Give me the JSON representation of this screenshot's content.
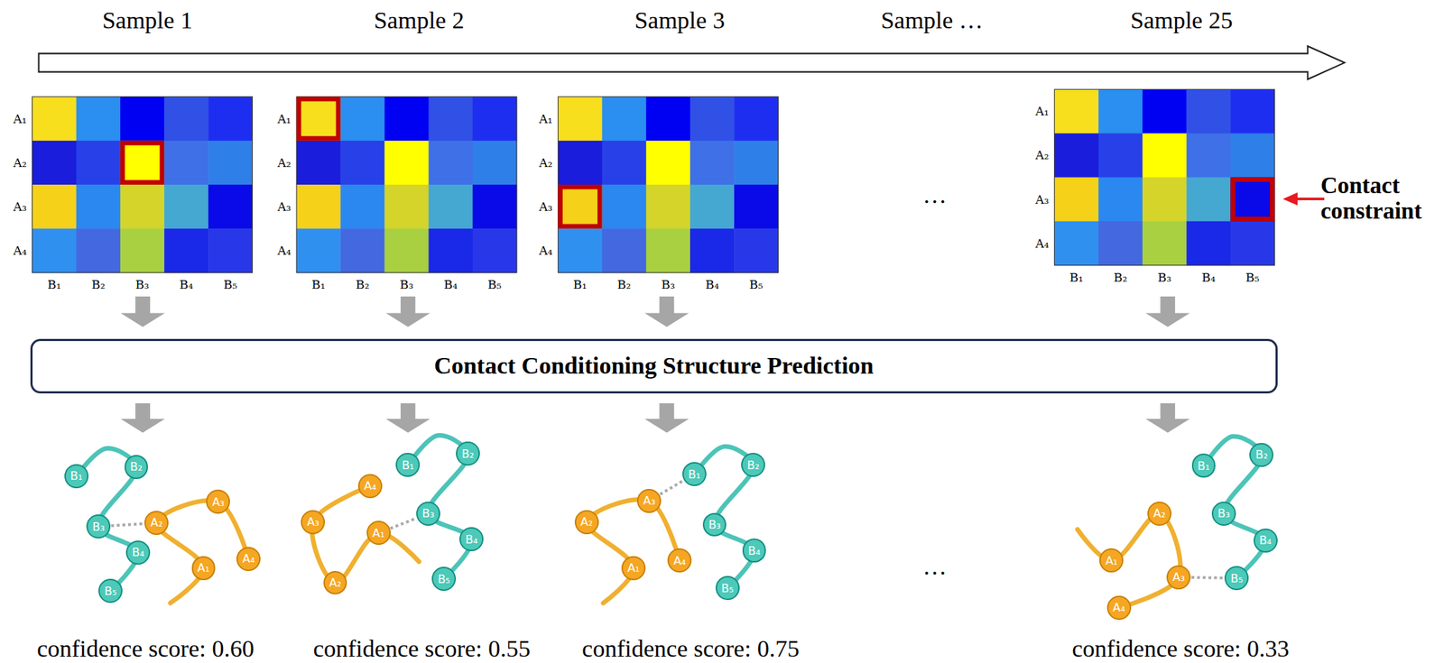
{
  "diagram": {
    "nodes": [
      {
        "text": [
          "Contact Conditioning Structure Prediction"
        ]
      },
      {
        "text": [
          "B₁"
        ]
      },
      {
        "text": [
          "B₂"
        ]
      },
      {
        "text": [
          "B₃"
        ]
      },
      {
        "text": [
          "B₄"
        ]
      },
      {
        "text": [
          "B₅"
        ]
      },
      {
        "text": [
          "A₁"
        ]
      },
      {
        "text": [
          "A₂"
        ]
      },
      {
        "text": [
          "A₃"
        ]
      },
      {
        "text": [
          "A₄"
        ]
      },
      {
        "text": [
          "B₁"
        ]
      },
      {
        "text": [
          "B₂"
        ]
      },
      {
        "text": [
          "B₃"
        ]
      },
      {
        "text": [
          "B₄"
        ]
      },
      {
        "text": [
          "B₅"
        ]
      },
      {
        "text": [
          "A₁"
        ]
      },
      {
        "text": [
          "A₂"
        ]
      },
      {
        "text": [
          "A₃"
        ]
      },
      {
        "text": [
          "A₄"
        ]
      },
      {
        "text": [
          "B₁"
        ]
      },
      {
        "text": [
          "B₂"
        ]
      },
      {
        "text": [
          "B₃"
        ]
      },
      {
        "text": [
          "B₄"
        ]
      },
      {
        "text": [
          "B₅"
        ]
      },
      {
        "text": [
          "A₁"
        ]
      },
      {
        "text": [
          "A₂"
        ]
      },
      {
        "text": [
          "A₃"
        ]
      },
      {
        "text": [
          "A₄"
        ]
      },
      {
        "text": [
          "B₁"
        ]
      },
      {
        "text": [
          "B₂"
        ]
      },
      {
        "text": [
          "B₃"
        ]
      },
      {
        "text": [
          "B₄"
        ]
      },
      {
        "text": [
          "B₅"
        ]
      },
      {
        "text": [
          "A₁"
        ]
      },
      {
        "text": [
          "A₂"
        ]
      },
      {
        "text": [
          "A₃"
        ]
      },
      {
        "text": [
          "A₄"
        ]
      }
    ],
    "edges": [
      {
        "from": 3,
        "to": 7,
        "arrow": "none"
      },
      {
        "from": 15,
        "to": 12,
        "arrow": "none"
      },
      {
        "from": 26,
        "to": 19,
        "arrow": "none"
      },
      {
        "from": 35,
        "to": 32,
        "arrow": "none"
      }
    ],
    "labels": [
      "Sample 1",
      "Sample 2",
      "Sample 3",
      "Sample …",
      "Sample 25",
      "A₁",
      "A₂",
      "A₃",
      "A₄",
      "B₁",
      "B₂",
      "B₃",
      "B₄",
      "B₅",
      "A₁",
      "A₂",
      "A₃",
      "A₄",
      "B₁",
      "B₂",
      "B₃",
      "B₄",
      "B₅",
      "A₁",
      "A₂",
      "A₃",
      "A₄",
      "B₁",
      "B₂",
      "B₃",
      "B₄",
      "B₅",
      "A₁",
      "A₂",
      "A₃",
      "A₄",
      "B₁",
      "B₂",
      "B₃",
      "B₄",
      "B₅",
      "…",
      "Contact constraint",
      "…",
      "confidence score: 0.60",
      "confidence score: 0.55",
      "confidence score: 0.75",
      "confidence score: 0.33"
    ]
  }
}
